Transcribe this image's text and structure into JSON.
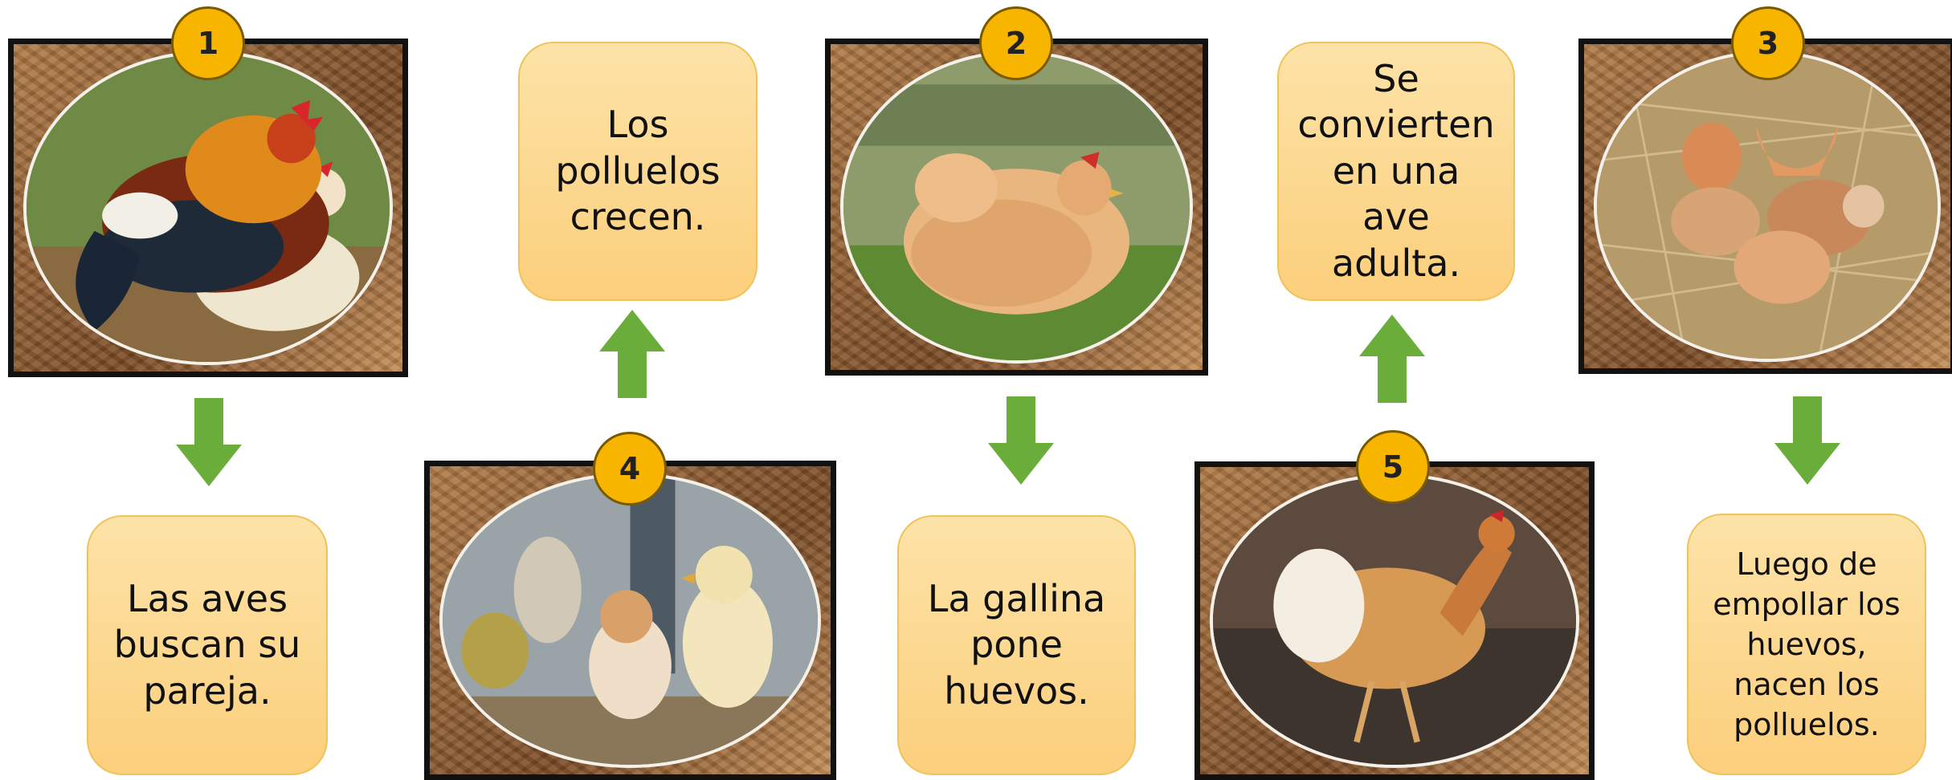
{
  "steps": [
    {
      "number": "1",
      "caption": "Las aves buscan su pareja."
    },
    {
      "number": "2",
      "caption": "La gallina pone huevos."
    },
    {
      "number": "3",
      "caption": "Luego de empollar los huevos, nacen los polluelos."
    },
    {
      "number": "4",
      "caption": "Los polluelos crecen."
    },
    {
      "number": "5",
      "caption": "Se convierten en una ave adulta."
    }
  ],
  "colors": {
    "badge": "#f7b500",
    "box_fill": "#fcd58a",
    "box_border": "#f0c35a",
    "arrow": "#6bad3a",
    "frame": "#111111"
  },
  "icons": {
    "arrow": "arrow-block",
    "photo1": "rooster-and-hen",
    "photo2": "brooding-hen",
    "photo3": "hatching-chicks",
    "photo4": "growing-chicks",
    "photo5": "adult-hen"
  }
}
